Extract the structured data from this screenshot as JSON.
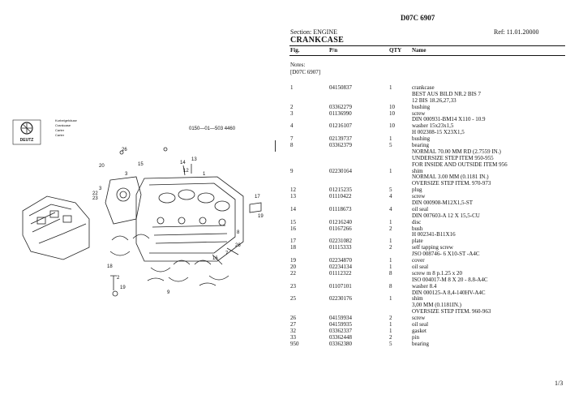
{
  "header": {
    "doc_id": "D07C 6907",
    "section": "Section: ENGINE",
    "ref": "Ref: 11.01.20000",
    "title": "CRANKCASE"
  },
  "table_header": {
    "fig": "Fig.",
    "pn": "P/n",
    "qty": "QTY",
    "name": "Name"
  },
  "notes": {
    "label": "Notes:",
    "value": "[D07C 6907]"
  },
  "rows": [
    {
      "fig": "1",
      "pn": "04150837",
      "qty": "1",
      "name": "crankcase"
    },
    {
      "fig": "",
      "pn": "",
      "qty": "",
      "name": "BEST AUS BILD NR.2 BIS 7"
    },
    {
      "fig": "",
      "pn": "",
      "qty": "",
      "name": "12 BIS 18.26,27,33"
    },
    {
      "fig": "2",
      "pn": "03362279",
      "qty": "10",
      "name": "bushing"
    },
    {
      "fig": "3",
      "pn": "01136990",
      "qty": "10",
      "name": "screw"
    },
    {
      "fig": "",
      "pn": "",
      "qty": "",
      "name": "DIN 000931-BM14 X110 - 10.9"
    },
    {
      "fig": "4",
      "pn": "01216107",
      "qty": "10",
      "name": "washer 15x23x1,5"
    },
    {
      "fig": "",
      "pn": "",
      "qty": "",
      "name": "H 002308-15 X23X1,5"
    },
    {
      "fig": "7",
      "pn": "02139737",
      "qty": "1",
      "name": "bushing"
    },
    {
      "fig": "8",
      "pn": "03362379",
      "qty": "5",
      "name": "bearing"
    },
    {
      "fig": "",
      "pn": "",
      "qty": "",
      "name": "NORMAL 70.00 MM RD (2.7559 IN.)"
    },
    {
      "fig": "",
      "pn": "",
      "qty": "",
      "name": "UNDERSIZE STEP ITEM 950-955"
    },
    {
      "fig": "",
      "pn": "",
      "qty": "",
      "name": "FOR INSIDE AND OUTSIDE ITEM 956"
    },
    {
      "fig": "9",
      "pn": "02230164",
      "qty": "1",
      "name": "shim"
    },
    {
      "fig": "",
      "pn": "",
      "qty": "",
      "name": "NORMAL 3.00 MM (0.1181 IN.)"
    },
    {
      "fig": "",
      "pn": "",
      "qty": "",
      "name": "OVERSIZE STEP ITEM. 970-973"
    },
    {
      "fig": "12",
      "pn": "01215235",
      "qty": "5",
      "name": "plug"
    },
    {
      "fig": "13",
      "pn": "01110422",
      "qty": "4",
      "name": "screw"
    },
    {
      "fig": "",
      "pn": "",
      "qty": "",
      "name": "DIN 000908-M12X1,5-ST"
    },
    {
      "fig": "14",
      "pn": "01118673",
      "qty": "4",
      "name": "oil seal"
    },
    {
      "fig": "",
      "pn": "",
      "qty": "",
      "name": "DIN 007603-A 12 X 15,5-CU"
    },
    {
      "fig": "15",
      "pn": "01216240",
      "qty": "1",
      "name": "disc"
    },
    {
      "fig": "16",
      "pn": "01167266",
      "qty": "2",
      "name": "bush"
    },
    {
      "fig": "",
      "pn": "",
      "qty": "",
      "name": "H 002341-B11X16"
    },
    {
      "fig": "17",
      "pn": "02231082",
      "qty": "1",
      "name": "plate"
    },
    {
      "fig": "18",
      "pn": "01115333",
      "qty": "2",
      "name": "self tapping screw"
    },
    {
      "fig": "",
      "pn": "",
      "qty": "",
      "name": "JSO 008746- 6 X10-ST -A4C"
    },
    {
      "fig": "19",
      "pn": "02234870",
      "qty": "1",
      "name": "cover"
    },
    {
      "fig": "20",
      "pn": "02234134",
      "qty": "1",
      "name": "oil seal"
    },
    {
      "fig": "22",
      "pn": "01112322",
      "qty": "8",
      "name": "screw m 8 p.1.25 x 20"
    },
    {
      "fig": "",
      "pn": "",
      "qty": "",
      "name": "ISO 004017-M 8 X 20 - 8.8-A4C"
    },
    {
      "fig": "23",
      "pn": "01107101",
      "qty": "8",
      "name": "washer 8.4"
    },
    {
      "fig": "",
      "pn": "",
      "qty": "",
      "name": "DIN 000125-A 8,4-140HV-A4C"
    },
    {
      "fig": "25",
      "pn": "02230176",
      "qty": "1",
      "name": "shim"
    },
    {
      "fig": "",
      "pn": "",
      "qty": "",
      "name": "3,00 MM (0.1181IN.)"
    },
    {
      "fig": "",
      "pn": "",
      "qty": "",
      "name": "OVERSIZE STEP ITEM. 960-963"
    },
    {
      "fig": "26",
      "pn": "04159934",
      "qty": "2",
      "name": "screw"
    },
    {
      "fig": "27",
      "pn": "04159935",
      "qty": "1",
      "name": "oil seal"
    },
    {
      "fig": "32",
      "pn": "03362337",
      "qty": "1",
      "name": "gasket"
    },
    {
      "fig": "33",
      "pn": "03362448",
      "qty": "2",
      "name": "pin"
    },
    {
      "fig": "950",
      "pn": "03362380",
      "qty": "5",
      "name": "bearing"
    }
  ],
  "page_number": "1/3",
  "drawing": {
    "logo_text": "DEUTZ",
    "legend_lines": [
      "Kurbelgehäuse",
      "Crankcase",
      "Carter",
      "Carter"
    ],
    "drawing_code": "0150—01—503 4460",
    "callouts": [
      "26",
      "15",
      "14",
      "13",
      "20",
      "12",
      "3",
      "22",
      "23",
      "1",
      "17",
      "19",
      "18",
      "19",
      "2",
      "26",
      "16",
      "9",
      "7",
      "8",
      "3",
      "3"
    ]
  }
}
